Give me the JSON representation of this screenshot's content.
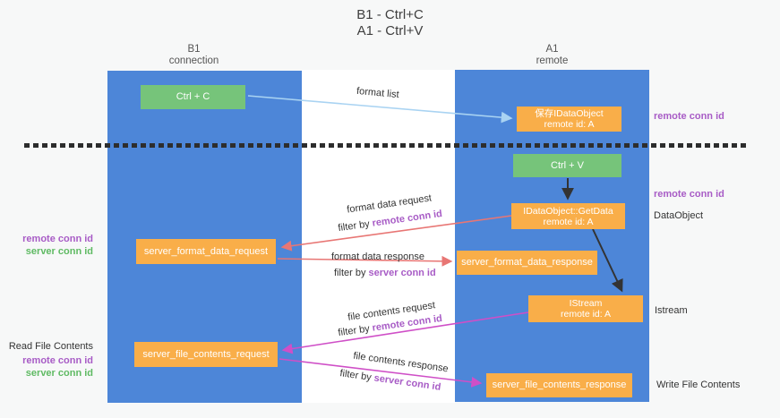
{
  "title": {
    "line1": "B1 - Ctrl+C",
    "line2": "A1 - Ctrl+V"
  },
  "columns": {
    "left": {
      "name": "B1",
      "role": "connection"
    },
    "right": {
      "name": "A1",
      "role": "remote"
    }
  },
  "boxes": {
    "ctrl_c": {
      "label": "Ctrl + C"
    },
    "save_dataobject": {
      "line1": "保存IDataObject",
      "line2": "remote id: A"
    },
    "ctrl_v": {
      "label": "Ctrl + V"
    },
    "getdata": {
      "line1": "IDataObject::GetData",
      "line2": "remote id: A"
    },
    "format_request": {
      "label": "server_format_data_request"
    },
    "format_response": {
      "label": "server_format_data_response"
    },
    "istream": {
      "line1": "IStream",
      "line2": "remote id: A"
    },
    "file_request": {
      "label": "server_file_contents_request"
    },
    "file_response": {
      "label": "server_file_contents_response"
    }
  },
  "flow_labels": {
    "format_list": "format list",
    "format_request": "format data request",
    "format_request_filter_prefix": "filter by ",
    "format_request_filter_key": "remote conn id",
    "format_response": "format data response",
    "format_response_filter_prefix": "filter by ",
    "format_response_filter_key": "server conn id",
    "file_request": "file contents request",
    "file_request_filter_prefix": "filter by ",
    "file_request_filter_key": "remote conn id",
    "file_response": "file contents response",
    "file_response_filter_prefix": "filter by ",
    "file_response_filter_key": "server conn id"
  },
  "side_labels": {
    "right_remote_conn_top": "remote conn id",
    "right_remote_conn_mid": "remote conn id",
    "dataobject": "DataObject",
    "istream": "Istream",
    "write_file": "Write File Contents",
    "left_remote_conn_1": "remote conn id",
    "left_server_conn_1": "server conn id",
    "read_file": "Read File Contents",
    "left_remote_conn_2": "remote conn id",
    "left_server_conn_2": "server conn id"
  },
  "colors": {
    "column_blue": "#4d86d8",
    "box_green": "#76c47a",
    "box_orange": "#f9ae49",
    "arrow_red": "#e87674",
    "arrow_magenta": "#cf4fc7",
    "arrow_light_blue": "#a9d3f2",
    "arrow_black": "#333333",
    "text_purple": "#a85cc6",
    "text_green": "#5fba63",
    "background": "#f7f8f8"
  }
}
